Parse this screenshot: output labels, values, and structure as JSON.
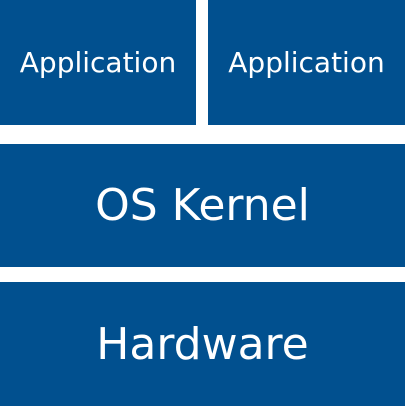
{
  "diagram": {
    "layers": {
      "applications": [
        "Application",
        "Application"
      ],
      "kernel": "OS Kernel",
      "hardware": "Hardware"
    }
  },
  "colors": {
    "block_fill": "#01508f",
    "block_text": "#ffffff",
    "background": "#ffffff"
  }
}
